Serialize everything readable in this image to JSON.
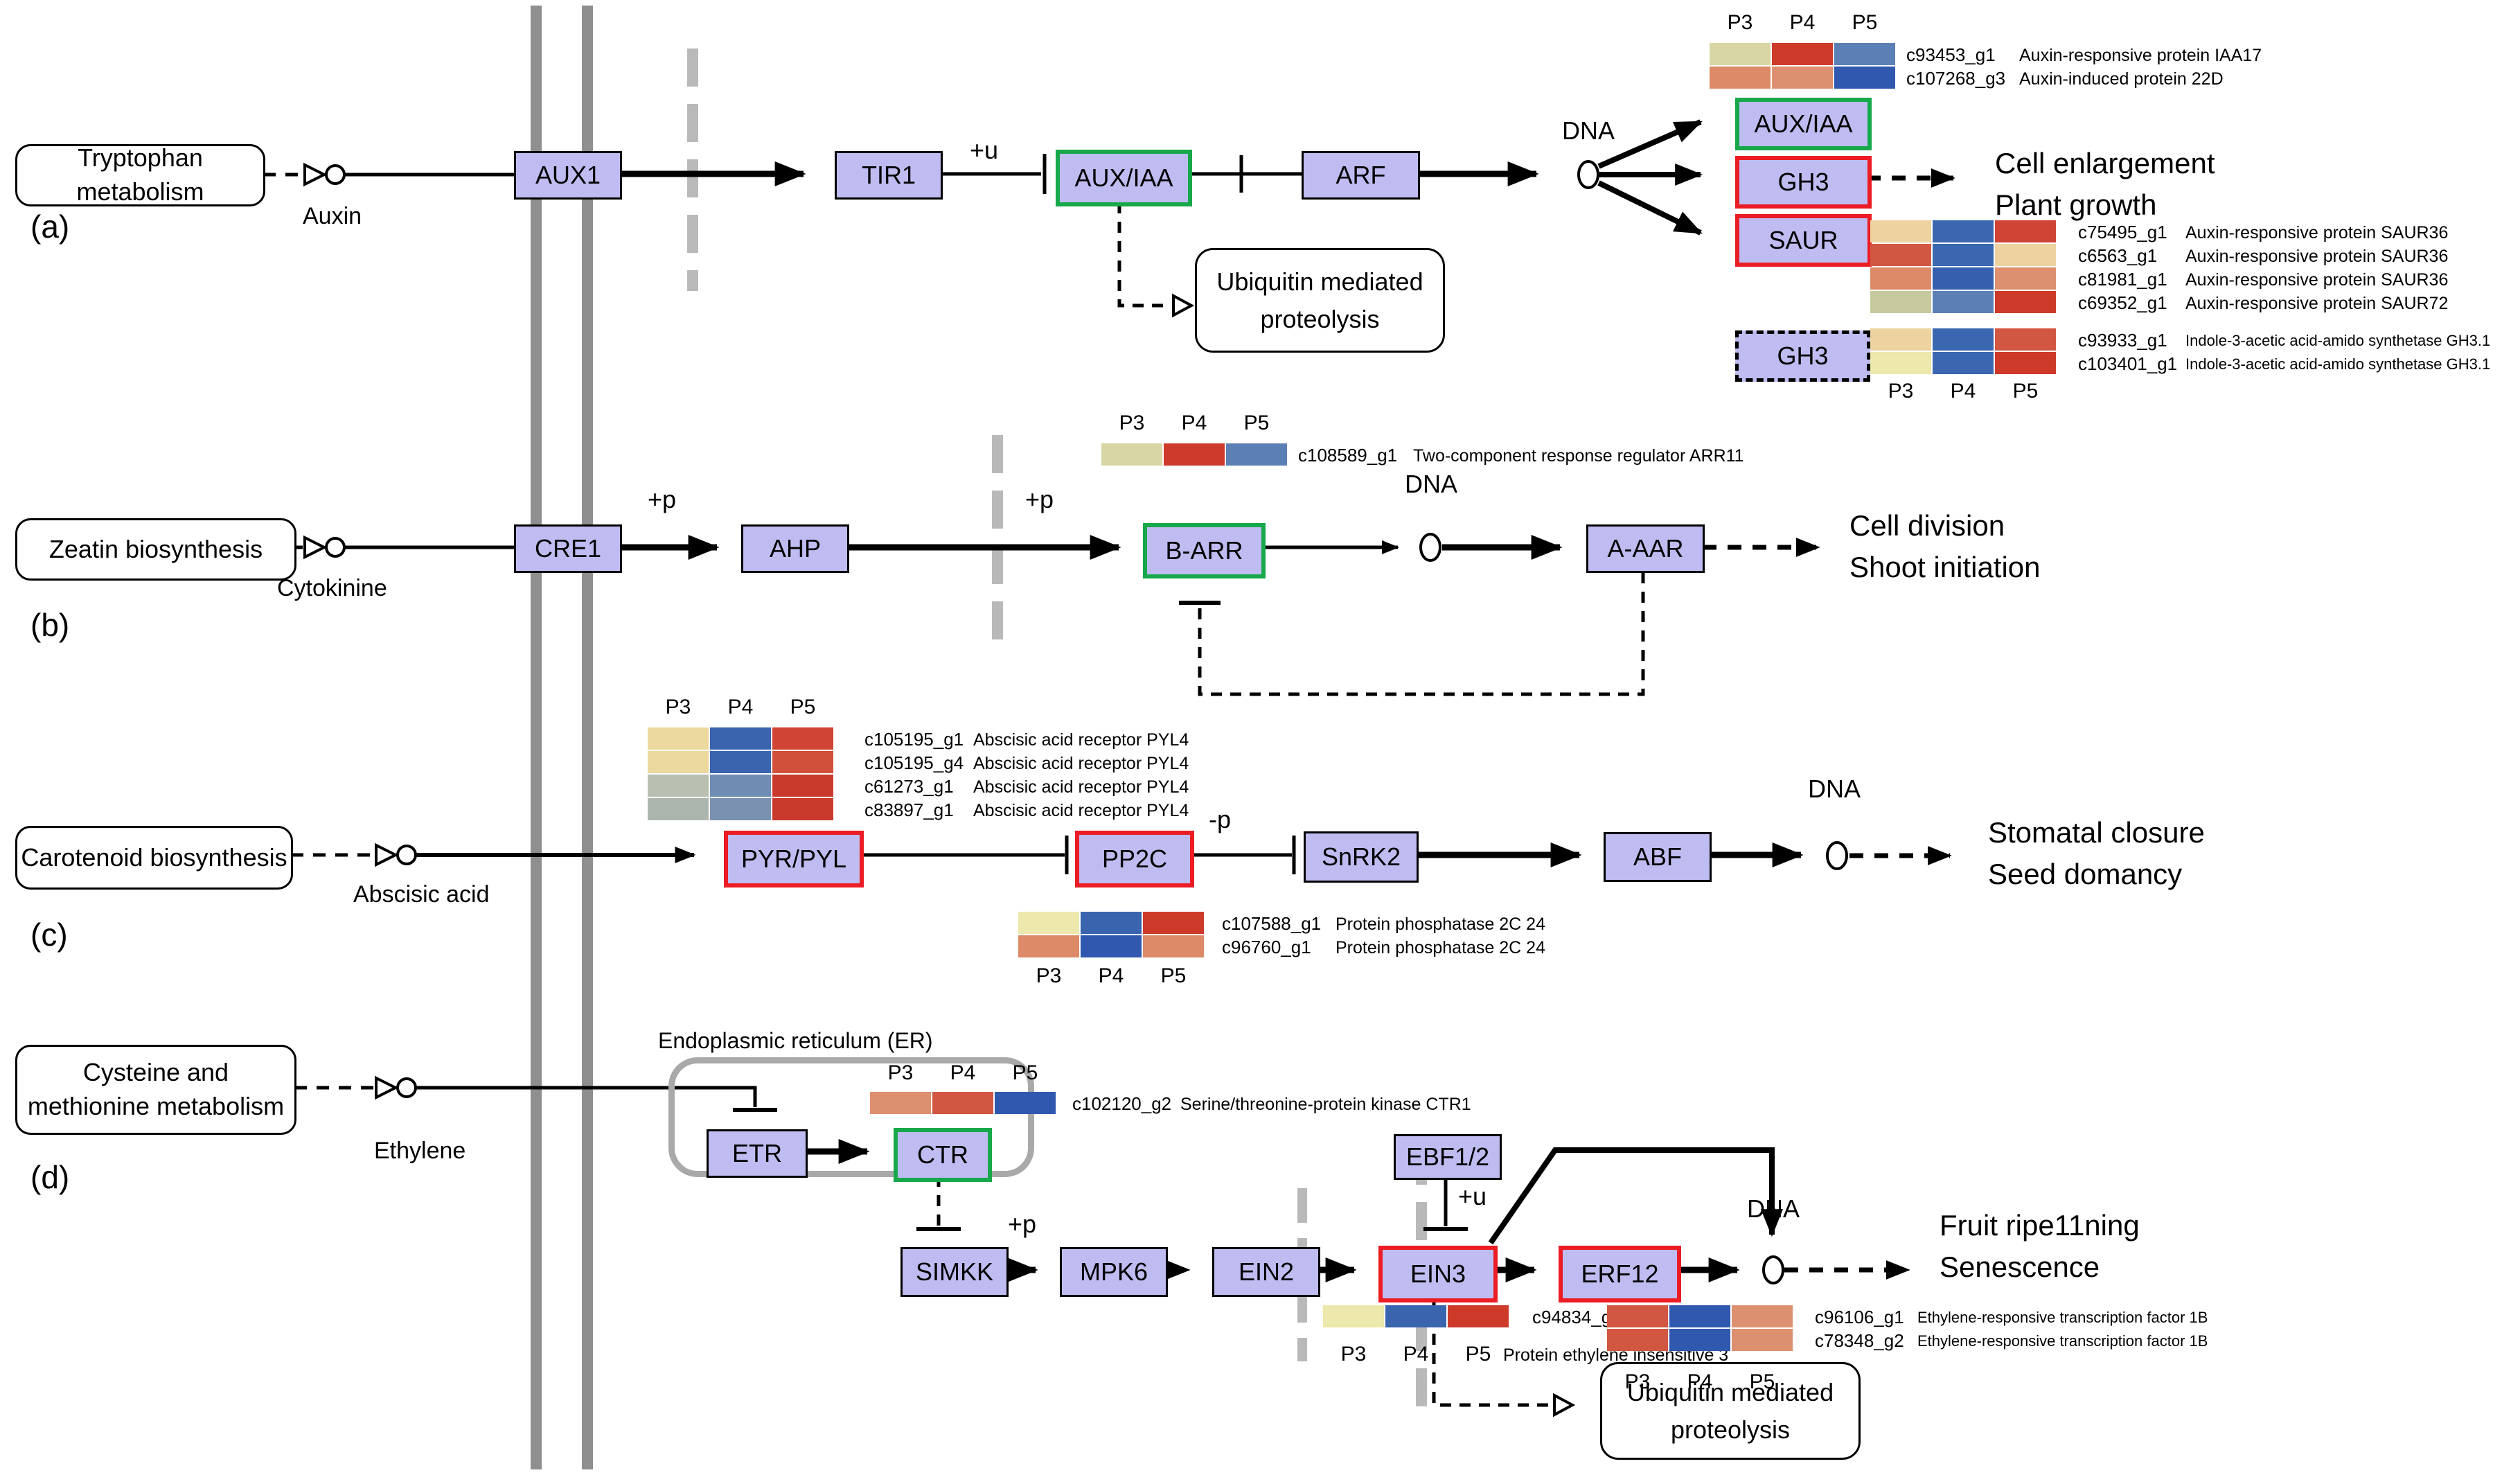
{
  "palette": {
    "node_fill": "#bfbcf1",
    "activated_border": "#17a84b",
    "repressed_border": "#ec1c24",
    "membrane": "#8f8f8f"
  },
  "panels": {
    "a": {
      "letter": "(a)",
      "source": "Tryptophan metabolism",
      "hormone": "Auxin",
      "nodes": {
        "aux1": "AUX1",
        "tir1": "TIR1",
        "aux_iaa": "AUX/IAA",
        "arf": "ARF",
        "aux_iaa_tf": "AUX/IAA",
        "gh3_tf": "GH3",
        "saur_tf": "SAUR",
        "gh3_dashed": "GH3"
      },
      "mods": {
        "plus_u": "+u"
      },
      "dna": "DNA",
      "outcomes": [
        "Cell enlargement",
        "Plant growth"
      ],
      "process": [
        "Ubiquitin mediated",
        "proteolysis"
      ],
      "hm_top": {
        "header": [
          "P3",
          "P4",
          "P5"
        ],
        "rows": [
          {
            "id": "c93453_g1",
            "desc": "Auxin-responsive protein IAA17",
            "colors": [
              "#d8d6a4",
              "#cd3a2a",
              "#5c80b6"
            ]
          },
          {
            "id": "c107268_g3",
            "desc": "Auxin-induced protein 22D",
            "colors": [
              "#dc8a68",
              "#dd9070",
              "#3058ae"
            ]
          }
        ]
      },
      "hm_saur": {
        "rows": [
          {
            "id": "c75495_g1",
            "desc": "Auxin-responsive protein SAUR36",
            "colors": [
              "#ecd3a0",
              "#3b67b0",
              "#cf4434"
            ]
          },
          {
            "id": "c6563_g1",
            "desc": "Auxin-responsive protein SAUR36",
            "colors": [
              "#d25742",
              "#3b67b0",
              "#ecd3a0"
            ]
          },
          {
            "id": "c81981_g1",
            "desc": "Auxin-responsive protein SAUR36",
            "colors": [
              "#dd8a68",
              "#3560ae",
              "#dd9070"
            ]
          },
          {
            "id": "c69352_g1",
            "desc": "Auxin-responsive protein SAUR72",
            "colors": [
              "#c6c99e",
              "#5c80b6",
              "#cd3a2a"
            ]
          }
        ]
      },
      "hm_gh3": {
        "rows": [
          {
            "id": "c93933_g1",
            "desc": "Indole-3-acetic acid-amido synthetase GH3.1",
            "colors": [
              "#ecd3a0",
              "#3b67b0",
              "#d25742"
            ]
          },
          {
            "id": "c103401_g1",
            "desc": "Indole-3-acetic acid-amido synthetase GH3.1",
            "colors": [
              "#ede8ab",
              "#3b67b0",
              "#cd3a2a"
            ]
          }
        ],
        "footer": [
          "P3",
          "P4",
          "P5"
        ]
      }
    },
    "b": {
      "letter": "(b)",
      "source": "Zeatin biosynthesis",
      "hormone": "Cytokinine",
      "nodes": {
        "cre1": "CRE1",
        "ahp": "AHP",
        "b_arr": "B-ARR",
        "a_aar": "A-AAR"
      },
      "mods": {
        "plus_p1": "+p",
        "plus_p2": "+p"
      },
      "dna": "DNA",
      "outcomes": [
        "Cell division",
        "Shoot initiation"
      ],
      "hm": {
        "header": [
          "P3",
          "P4",
          "P5"
        ],
        "rows": [
          {
            "id": "c108589_g1",
            "desc": "Two-component response regulator ARR11",
            "colors": [
              "#d8d6a4",
              "#cd3a2a",
              "#5c80b6"
            ]
          }
        ]
      }
    },
    "c": {
      "letter": "(c)",
      "source": "Carotenoid biosynthesis",
      "hormone": "Abscisic acid",
      "nodes": {
        "pyr_pyl": "PYR/PYL",
        "pp2c": "PP2C",
        "snrk2": "SnRK2",
        "abf": "ABF"
      },
      "mods": {
        "minus_p": "-p"
      },
      "dna": "DNA",
      "outcomes": [
        "Stomatal closure",
        "Seed domancy"
      ],
      "hm_pyl": {
        "header": [
          "P3",
          "P4",
          "P5"
        ],
        "rows": [
          {
            "id": "c105195_g1",
            "desc": "Abscisic acid receptor PYL4",
            "colors": [
              "#ecd9a0",
              "#3a64ae",
              "#cf4434"
            ]
          },
          {
            "id": "c105195_g4",
            "desc": "Abscisic acid receptor PYL4",
            "colors": [
              "#ecd9a0",
              "#3a64ae",
              "#d0503c"
            ]
          },
          {
            "id": "c61273_g1",
            "desc": "Abscisic acid receptor PYL4",
            "colors": [
              "#b9c0b2",
              "#6f8cb2",
              "#c93a2d"
            ]
          },
          {
            "id": "c83897_g1",
            "desc": "Abscisic acid receptor PYL4",
            "colors": [
              "#adb6ae",
              "#7b91b2",
              "#c93a2d"
            ]
          }
        ]
      },
      "hm_pp2c": {
        "rows": [
          {
            "id": "c107588_g1",
            "desc": "Protein phosphatase 2C 24",
            "colors": [
              "#ede8ab",
              "#3a64ae",
              "#cd3a2a"
            ]
          },
          {
            "id": "c96760_g1",
            "desc": "Protein phosphatase 2C 24",
            "colors": [
              "#dd8a68",
              "#3058ae",
              "#dc8a68"
            ]
          }
        ],
        "footer": [
          "P3",
          "P4",
          "P5"
        ]
      }
    },
    "d": {
      "letter": "(d)",
      "source_line1": "Cysteine and",
      "source_line2": "methionine metabolism",
      "hormone": "Ethylene",
      "er_label": "Endoplasmic reticulum (ER)",
      "nodes": {
        "etr": "ETR",
        "ctr": "CTR",
        "simkk": "SIMKK",
        "mpk6": "MPK6",
        "ein2": "EIN2",
        "ebf": "EBF1/2",
        "ein3": "EIN3",
        "erf12": "ERF12"
      },
      "mods": {
        "plus_p": "+p",
        "plus_u": "+u"
      },
      "dna": "DNA",
      "outcomes": [
        "Fruit ripe11ning",
        "Senescence"
      ],
      "process": [
        "Ubiquitin mediated",
        "proteolysis"
      ],
      "hm_ctr": {
        "header": [
          "P3",
          "P4",
          "P5"
        ],
        "rows": [
          {
            "id": "c102120_g2",
            "desc": "Serine/threonine-protein kinase CTR1",
            "colors": [
              "#dd9070",
              "#d25742",
              "#3058ae"
            ]
          }
        ]
      },
      "hm_ein3": {
        "rows": [
          {
            "id": "c94834_g2",
            "desc": "Protein ethylene insensitive 3",
            "colors": [
              "#ede8ab",
              "#3a64ae",
              "#cd3a2a"
            ]
          }
        ],
        "footer": [
          "P3",
          "P4",
          "P5"
        ]
      },
      "hm_erf": {
        "rows": [
          {
            "id": "c96106_g1",
            "desc": "Ethylene-responsive transcription factor 1B",
            "colors": [
              "#d25742",
              "#3058ae",
              "#dd9070"
            ]
          },
          {
            "id": "c78348_g2",
            "desc": "Ethylene-responsive transcription factor 1B",
            "colors": [
              "#d25742",
              "#3058ae",
              "#dd9070"
            ]
          }
        ],
        "footer": [
          "P3",
          "P4",
          "P5"
        ]
      }
    }
  }
}
